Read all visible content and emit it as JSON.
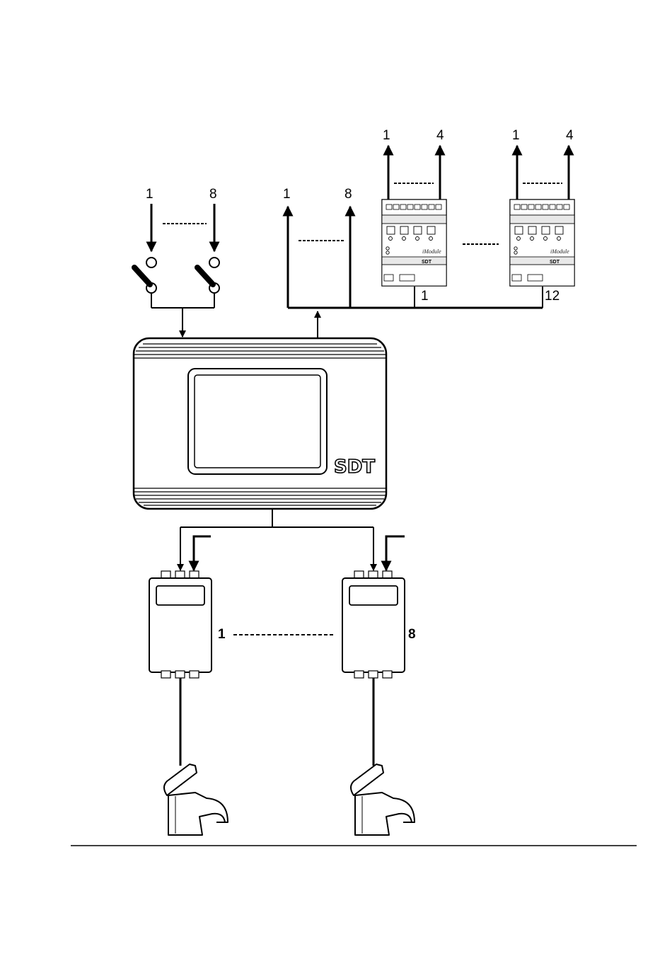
{
  "inputs": {
    "first": "1",
    "last": "8"
  },
  "relay_outputs": {
    "first": "1",
    "last": "8"
  },
  "imodules": [
    {
      "out_first": "1",
      "out_last": "4",
      "index": "1",
      "model": "iModule",
      "brand": "SDT"
    },
    {
      "out_first": "1",
      "out_last": "4",
      "index": "12",
      "model": "iModule",
      "brand": "SDT"
    }
  ],
  "controller": {
    "logo": "SDT"
  },
  "sensors": {
    "first": "1",
    "last": "8"
  },
  "colors": {
    "line": "#000000",
    "body": "#ffffff"
  }
}
